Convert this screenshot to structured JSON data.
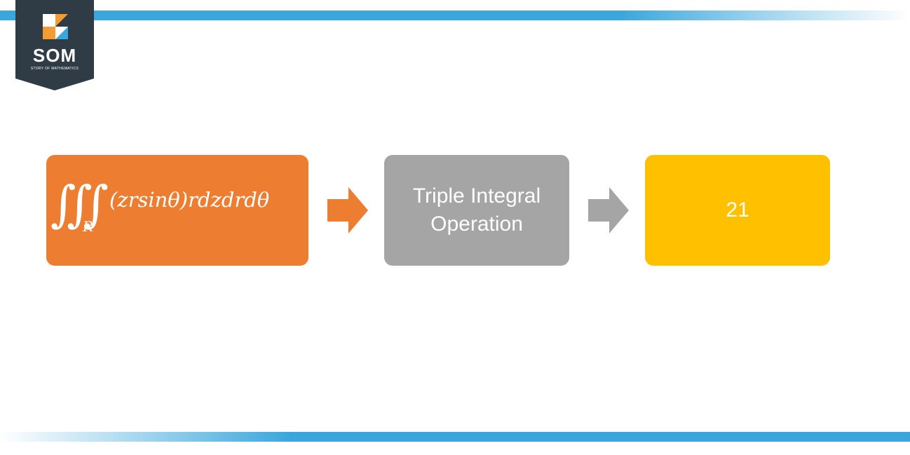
{
  "logo": {
    "text": "SOM",
    "subtitle": "STORY OF MATHEMATICS"
  },
  "flow": {
    "input": {
      "integral_symbol": "∭",
      "region": "R",
      "integrand": "(zrsinθ)rdzdrdθ"
    },
    "operation": {
      "line1": "Triple Integral",
      "line2": "Operation"
    },
    "output": {
      "value": "21"
    }
  },
  "colors": {
    "band": "#3aa6dc",
    "logo_bg": "#2f3b45",
    "input_box": "#ed7d31",
    "operation_box": "#a5a5a5",
    "output_box": "#ffc000",
    "arrow_1": "#ed7d31",
    "arrow_2": "#a5a5a5"
  }
}
